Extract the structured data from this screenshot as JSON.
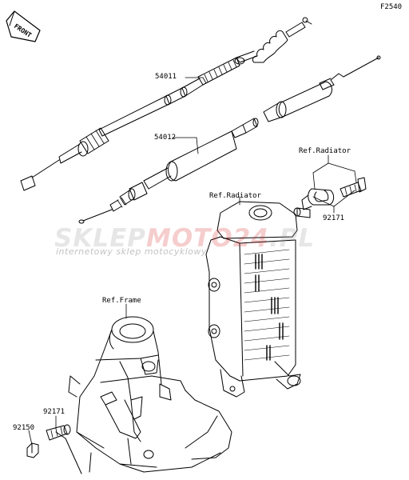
{
  "diagram_code": "F2540",
  "front_badge": "FRONT",
  "parts": [
    {
      "id": "label-54011",
      "text": "54011"
    },
    {
      "id": "label-54012",
      "text": "54012"
    },
    {
      "id": "label-92171-top",
      "text": "92171"
    },
    {
      "id": "label-92171-bottom",
      "text": "92171"
    },
    {
      "id": "label-92150",
      "text": "92150"
    }
  ],
  "references": [
    {
      "id": "ref-radiator-1",
      "text": "Ref.Radiator"
    },
    {
      "id": "ref-radiator-2",
      "text": "Ref.Radiator"
    },
    {
      "id": "ref-frame",
      "text": "Ref.Frame"
    }
  ],
  "watermark": {
    "brand_a": "SKLEP",
    "brand_b": "MOTO",
    "brand_c": "24",
    "brand_d": ".PL",
    "tagline": "internetowy sklep motocyklowy",
    "colors": {
      "grey": "#8f8f8f",
      "red": "#d42020"
    }
  }
}
